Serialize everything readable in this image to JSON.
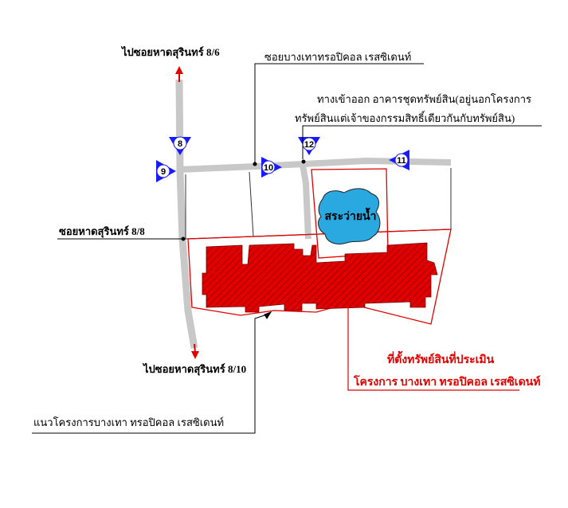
{
  "labels": {
    "to_soi_8_6": "ไปซอยหาดสุรินทร์ 8/6",
    "soi_bang_thao": "ซอยบางเทาทรอปิคอล เรสซิเดนท์",
    "entrance_line1": "ทางเข้าออก อาคารชุดทรัพย์สิน(อยู่นอกโครงการ",
    "entrance_line2": "ทรัพย์สินแต่เจ้าของกรรมสิทธิ์เดียวกันกับทรัพย์สิน)",
    "soi_8_8": "ซอยหาดสุรินทร์ 8/8",
    "pond": "สระว่ายน้ำ",
    "to_soi_8_10": "ไปซอยหาดสุรินทร์ 8/10",
    "location_title": "ที่ตั้งทรัพย์สินที่ประเมิน",
    "project_name": "โครงการ บางเทา ทรอปิคอล เรสซิเดนท์",
    "project_boundary": "แนวโครงการบางเทา ทรอปิคอล เรสซิเดนท์"
  },
  "markers": {
    "m8": "8",
    "m9": "9",
    "m10": "10",
    "m11": "11",
    "m12": "12"
  },
  "colors": {
    "road": "#c8c8c8",
    "boundary": "#e00000",
    "building_fill": "#e00000",
    "pond": "#2aa8e0",
    "marker": "#1a1aff",
    "leader": "#000000"
  }
}
